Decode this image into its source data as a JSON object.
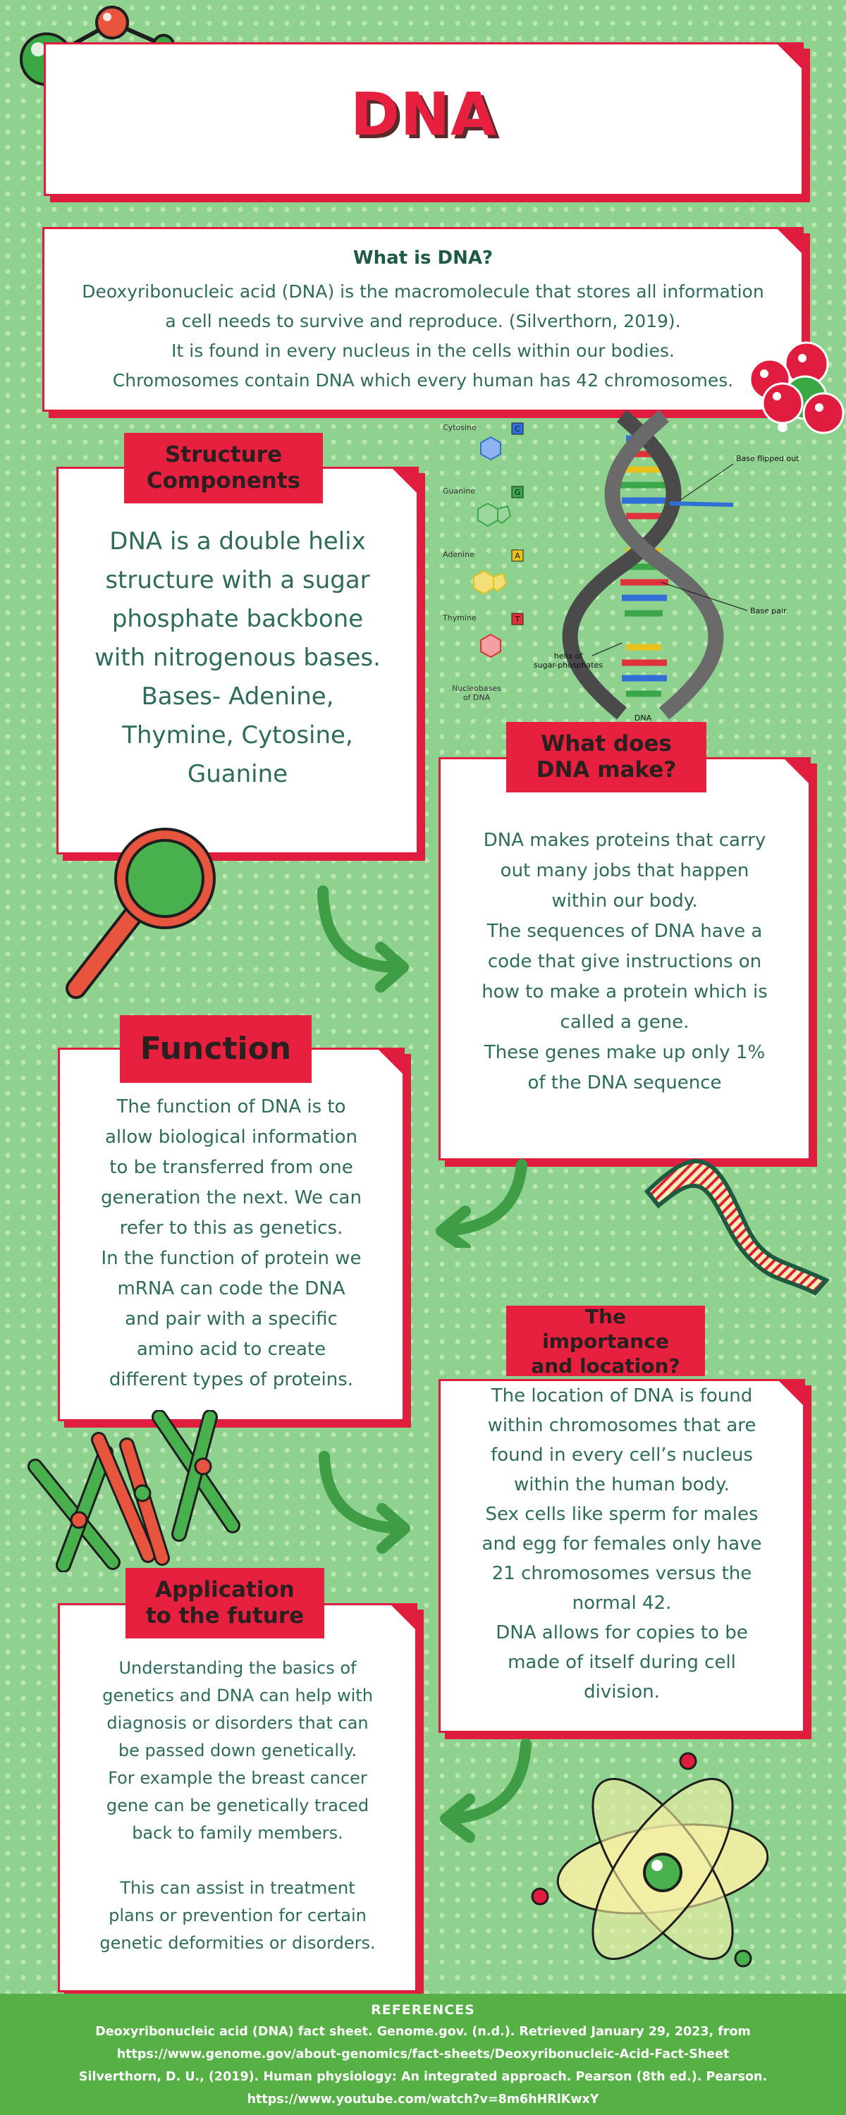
{
  "title": "DNA",
  "intro": {
    "heading": "What is DNA?",
    "lines": [
      "Deoxyribonucleic acid (DNA) is the macromolecule that stores all information",
      "a cell needs to survive and reproduce. (Silverthorn, 2019).",
      "It is found in every nucleus in the cells within our bodies.",
      "Chromosomes contain DNA which every human has 42 chromosomes."
    ]
  },
  "structure": {
    "tag_lines": [
      "Structure",
      "Components"
    ],
    "lines": [
      "DNA is a double helix",
      "structure with a sugar",
      "phosphate backbone",
      "with nitrogenous bases.",
      "Bases- Adenine,",
      "Thymine, Cytosine,",
      "Guanine"
    ]
  },
  "diagram": {
    "bases": [
      {
        "name": "Cytosine",
        "letter": "C",
        "color": "#2f6fd6"
      },
      {
        "name": "Guanine",
        "letter": "G",
        "color": "#3aa84a"
      },
      {
        "name": "Adenine",
        "letter": "A",
        "color": "#e8c21c"
      },
      {
        "name": "Thymine",
        "letter": "T",
        "color": "#e0323a"
      }
    ],
    "nucleobases_label": [
      "Nucleobases",
      "of DNA"
    ],
    "helix_label": [
      "helix of",
      "sugar-phosphates"
    ],
    "base_flipped_label": "Base flipped out",
    "base_pair_label": "Base pair",
    "dna_label": "DNA"
  },
  "make": {
    "tag_lines": [
      "What does",
      "DNA make?"
    ],
    "lines": [
      "DNA makes proteins that carry",
      "out many jobs that happen",
      "within our body.",
      "The sequences of DNA have a",
      "code that give instructions on",
      "how to make a protein which is",
      "called a gene.",
      "These genes make up only 1%",
      "of the DNA sequence"
    ]
  },
  "function": {
    "tag": "Function",
    "lines": [
      "The function of DNA is to",
      "allow biological information",
      "to be transferred from one",
      "generation the next. We can",
      "refer to this as genetics.",
      "In the function of protein we",
      "mRNA can code the DNA",
      "and pair with a specific",
      "amino acid to create",
      "different types of proteins."
    ]
  },
  "importance": {
    "tag_lines": [
      "The",
      "importance",
      "and location?"
    ],
    "lines": [
      "The location of DNA is found",
      "within chromosomes that are",
      "found in every cell’s nucleus",
      "within the human body.",
      "Sex cells like sperm for males",
      "and egg for females only have",
      "21 chromosomes versus the",
      "normal 42.",
      "DNA allows for copies to be",
      "made of itself during cell",
      "division."
    ]
  },
  "application": {
    "tag_lines": [
      "Application",
      "to the future"
    ],
    "lines": [
      "Understanding the basics of",
      "genetics and DNA can help with",
      "diagnosis or disorders that can",
      "be passed down genetically.",
      "For example the breast cancer",
      "gene can be genetically traced",
      "back to family members.",
      "",
      "This can assist in treatment",
      "plans or prevention for certain",
      "genetic deformities or disorders."
    ]
  },
  "references": {
    "heading": "REFERENCES",
    "lines": [
      "Deoxyribonucleic acid (DNA) fact sheet. Genome.gov. (n.d.). Retrieved January 29, 2023, from",
      "https://www.genome.gov/about-genomics/fact-sheets/Deoxyribonucleic-Acid-Fact-Sheet",
      "Silverthorn, D. U., (2019). Human physiology: An integrated approach. Pearson (8th ed.). Pearson.",
      "https://www.youtube.com/watch?v=8m6hHRlKwxY"
    ]
  },
  "colors": {
    "background": "#8fd18f",
    "accent_red": "#e11d3f",
    "text_green": "#2f6b59",
    "arrow_green": "#3f9d45",
    "reference_band": "#56b046"
  }
}
